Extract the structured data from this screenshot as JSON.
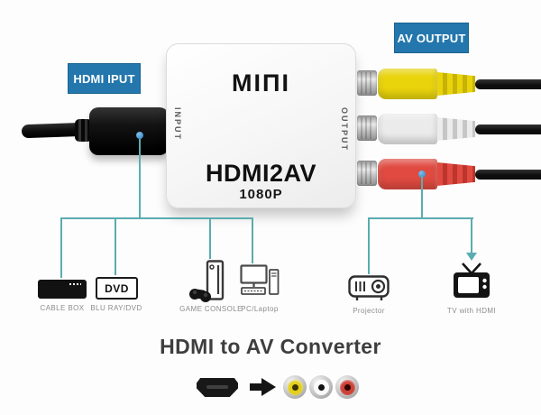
{
  "labels": {
    "hdmi_input": "HDMI IPUT",
    "av_output": "AV OUTPUT"
  },
  "box": {
    "brand": "MIΠI",
    "model": "HDMI2AV",
    "resolution": "1080P",
    "input_side": "INPUT",
    "output_side": "OUTPUT"
  },
  "sources": [
    {
      "label": "CABLE BOX"
    },
    {
      "label": "BLU RAY/DVD",
      "badge": "DVD"
    },
    {
      "label": "GAME CONSOLE"
    },
    {
      "label": "PC/Laptop"
    }
  ],
  "outputs": [
    {
      "label": "Projector"
    },
    {
      "label": "TV with HDMI"
    }
  ],
  "footer": {
    "title": "HDMI to AV Converter"
  },
  "icons": [
    "hdmi-plug-icon",
    "rca-plug-yellow-icon",
    "rca-plug-white-icon",
    "rca-plug-red-icon",
    "cable-box-icon",
    "dvd-player-icon",
    "game-console-icon",
    "pc-laptop-icon",
    "projector-icon",
    "tv-icon",
    "arrow-right-icon",
    "rca-face-yellow-icon",
    "rca-face-white-icon",
    "rca-face-red-icon",
    "callout-dot-icon",
    "arrow-down-icon"
  ],
  "colors": {
    "callout_blue": "#2377ad",
    "line_teal": "#5aacb0",
    "dot_blue": "#2f7fc1",
    "rca_yellow": "#e9d40c",
    "rca_white": "#ebebeb",
    "rca_red": "#e04a40",
    "cable_black": "#141414",
    "box_white": "#f8f8f8"
  }
}
